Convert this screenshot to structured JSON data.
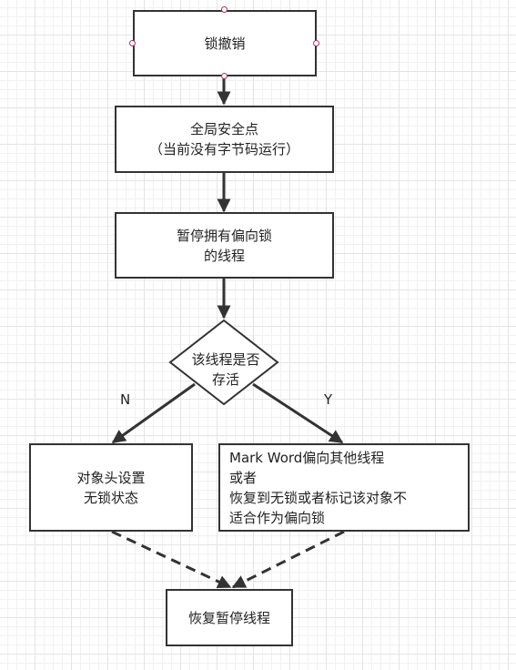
{
  "nodes": {
    "lock_revoke": "锁撤销",
    "safepoint": "全局安全点\n（当前没有字节码运行）",
    "pause_owner": "暂停拥有偏向锁\n的线程",
    "is_alive": "该线程是否\n存活",
    "set_lockfree": "对象头设置\n无锁状态",
    "rebias": "Mark Word偏向其他线程\n或者\n恢复到无锁或者标记该对象不\n适合作为偏向锁",
    "resume": "恢复暂停线程"
  },
  "edge_labels": {
    "no": "N",
    "yes": "Y"
  }
}
